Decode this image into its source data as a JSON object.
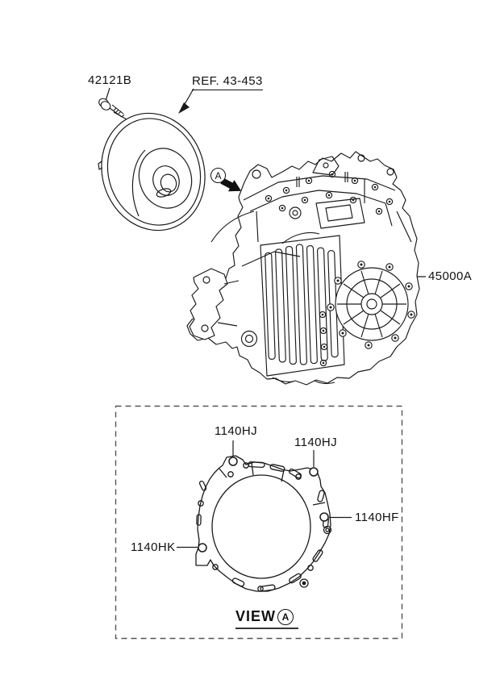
{
  "page": {
    "background": "#ffffff",
    "line_color": "#1a1a1a"
  },
  "callouts": {
    "torque_converter_bolt": "42121B",
    "torque_converter_ref": "REF. 43-453",
    "transaxle_assembly": "45000A"
  },
  "view_marker": "A",
  "detail_view": {
    "bolt_labels": [
      {
        "text": "1140HJ"
      },
      {
        "text": "1140HJ"
      },
      {
        "text": "1140HF"
      },
      {
        "text": "1140HK"
      }
    ],
    "title": "VIEW",
    "marker": "A"
  }
}
